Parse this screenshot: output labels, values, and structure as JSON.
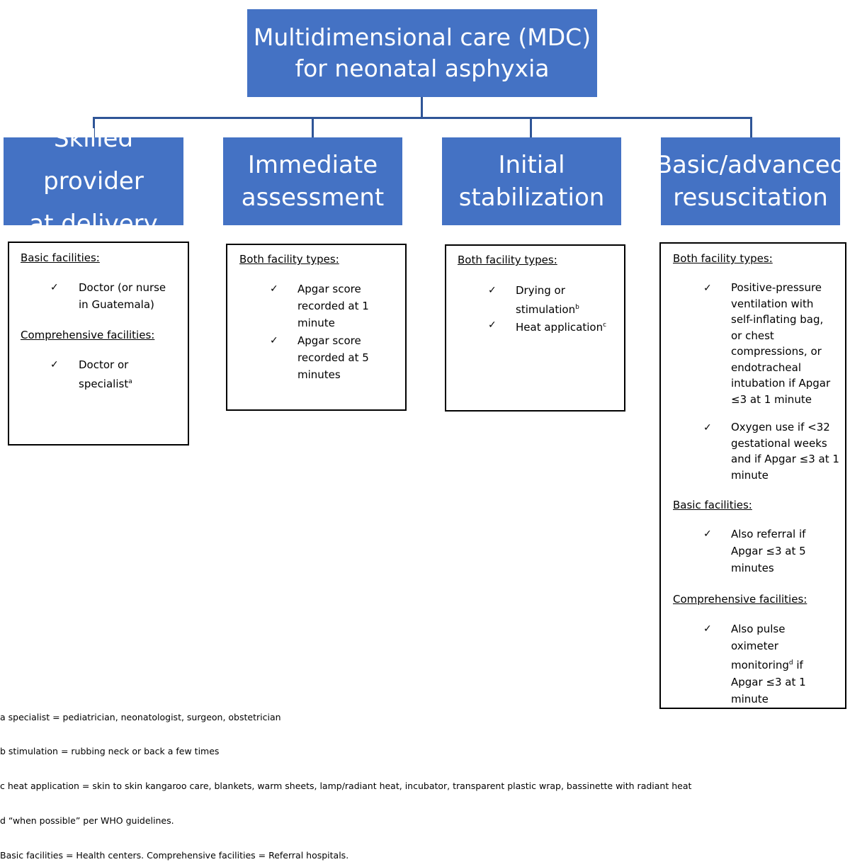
{
  "title": {
    "line1": "Multidimensional care (MDC)",
    "line2": "for neonatal asphyxia"
  },
  "categories": [
    {
      "line1": "Skilled provider",
      "line2": "at delivery",
      "sections": [
        {
          "header": "Basic facilities:",
          "items": [
            [
              "Doctor (or nurse",
              "in Guatemala)"
            ]
          ]
        },
        {
          "header": "Comprehensive facilities:",
          "items": [
            [
              "Doctor or",
              "specialist"
            ]
          ],
          "sup": "a"
        }
      ]
    },
    {
      "line1": "Immediate",
      "line2": "assessment",
      "sections": [
        {
          "header": "Both facility types:",
          "items": [
            [
              "Apgar score",
              "recorded at 1",
              "minute"
            ],
            [
              "Apgar score",
              "recorded at 5",
              "minutes"
            ]
          ]
        }
      ]
    },
    {
      "line1": "Initial",
      "line2": "stabilization",
      "sections": [
        {
          "header": "Both facility types:",
          "items": [
            [
              "Drying or",
              "stimulation"
            ],
            [
              "Heat application"
            ]
          ],
          "sup1": "b",
          "sup2": "c"
        }
      ]
    },
    {
      "line1": "Basic/advanced",
      "line2": "resuscitation",
      "sections": [
        {
          "header": "Both facility types:",
          "items": [
            [
              "Positive-pressure",
              "ventilation with",
              "self-inflating bag,",
              "or chest",
              "compressions, or",
              "endotracheal",
              "intubation if Apgar",
              "≤3 at 1 minute"
            ],
            [
              "Oxygen use if <32",
              "gestational weeks",
              "and if Apgar ≤3 at 1",
              "minute"
            ]
          ]
        },
        {
          "header": "Basic facilities:",
          "items": [
            [
              "Also referral if",
              "Apgar ≤3 at 5",
              "minutes"
            ]
          ]
        },
        {
          "header": "Comprehensive facilities:",
          "items": [
            [
              "Also pulse",
              "oximeter",
              "monitoring",
              "if",
              "Apgar ≤3 at 1",
              "minute"
            ]
          ],
          "sup": "d"
        }
      ]
    }
  ],
  "check_symbol": "✓",
  "footnotes": [
    "a specialist = pediatrician, neonatologist, surgeon, obstetrician",
    "b stimulation = rubbing neck or back a few times",
    "c heat application = skin to skin kangaroo care, blankets, warm sheets, lamp/radiant heat, incubator, transparent plastic wrap, bassinette with radiant heat",
    "d “when possible” per WHO guidelines.",
    "Basic facilities = Health centers. Comprehensive facilities = Referral hospitals."
  ],
  "colors": {
    "box_fill": "#4472c4",
    "connector": "#2f5597",
    "box_text": "#ffffff"
  }
}
